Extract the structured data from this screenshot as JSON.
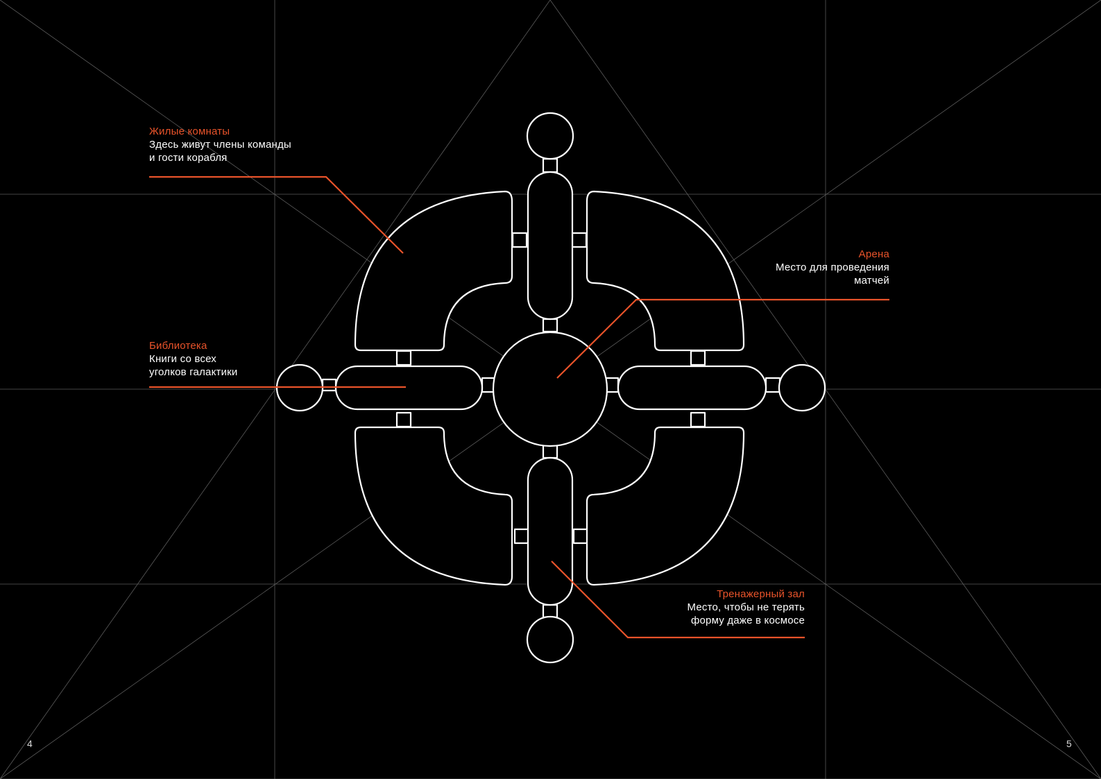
{
  "colors": {
    "background": "#000000",
    "grid": "#6a6a6a",
    "structure": "#ffffff",
    "accent": "#e8532a"
  },
  "callouts": {
    "living": {
      "title": "Жилые комнаты",
      "line1": "Здесь живут члены команды",
      "line2": "и гости корабля"
    },
    "library": {
      "title": "Библиотека",
      "line1": "Книги со всех",
      "line2": "уголков галактики"
    },
    "arena": {
      "title": "Арена",
      "line1": "Место для проведения",
      "line2": "матчей"
    },
    "gym": {
      "title": "Тренажерный зал",
      "line1": "Место, чтобы  не терять",
      "line2": "форму даже в космосе"
    }
  },
  "page_numbers": {
    "left": "4",
    "right": "5"
  }
}
